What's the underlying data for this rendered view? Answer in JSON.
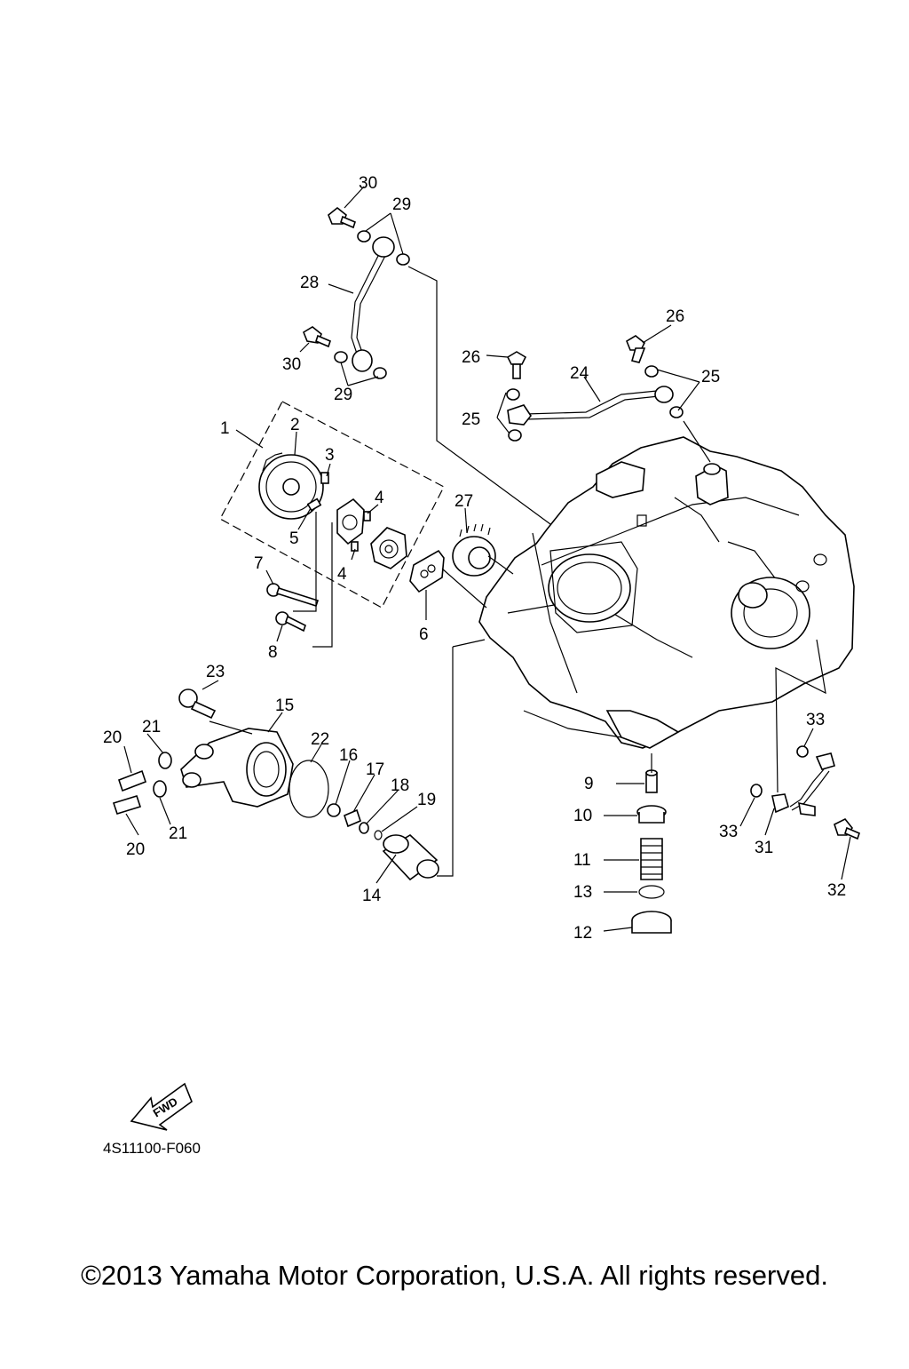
{
  "diagram": {
    "code": "4S11100-F060",
    "fwd_label": "FWD",
    "callouts": [
      "1",
      "2",
      "3",
      "4",
      "4",
      "5",
      "6",
      "7",
      "8",
      "9",
      "10",
      "11",
      "12",
      "13",
      "14",
      "15",
      "16",
      "17",
      "18",
      "19",
      "20",
      "20",
      "21",
      "21",
      "22",
      "23",
      "24",
      "25",
      "25",
      "26",
      "26",
      "27",
      "28",
      "29",
      "29",
      "30",
      "30",
      "31",
      "32",
      "33",
      "33"
    ]
  },
  "footer": {
    "copyright": "©2013 Yamaha Motor Corporation, U.S.A. All rights reserved."
  }
}
